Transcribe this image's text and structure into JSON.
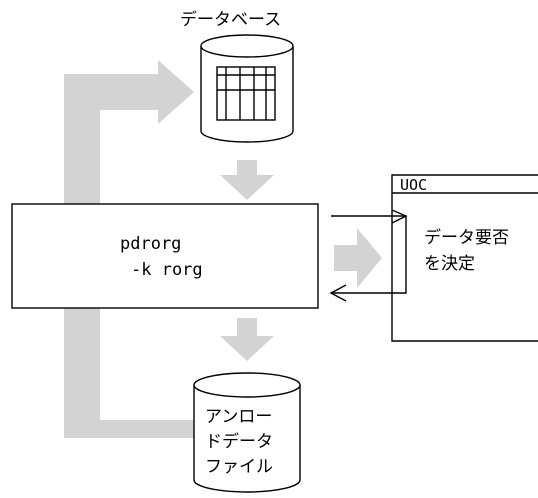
{
  "database": {
    "title": "データベース"
  },
  "command": {
    "line1": "pdrorg",
    "line2": "-k rorg"
  },
  "uoc": {
    "title": "UOC",
    "desc_line1": "データ要否",
    "desc_line2": "を決定"
  },
  "unload_file": {
    "line1": "アンロー",
    "line2": "ドデータ",
    "line3": "ファイル"
  },
  "colors": {
    "flow_arrow": "#d3d3d3",
    "stroke": "#000000",
    "background": "#ffffff"
  }
}
